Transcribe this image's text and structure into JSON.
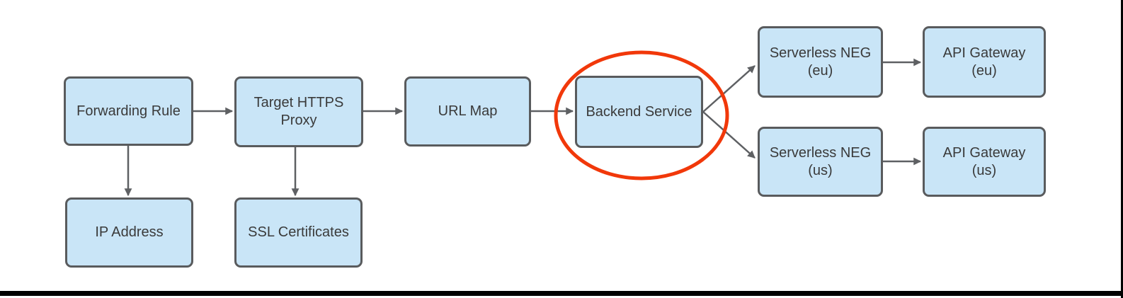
{
  "diagram": {
    "type": "flowchart",
    "nodes": [
      {
        "id": "forwarding-rule",
        "label": "Forwarding Rule"
      },
      {
        "id": "target-https-proxy",
        "label": "Target HTTPS Proxy"
      },
      {
        "id": "url-map",
        "label": "URL Map"
      },
      {
        "id": "backend-service",
        "label": "Backend Service"
      },
      {
        "id": "serverless-neg-eu",
        "label": "Serverless NEG (eu)"
      },
      {
        "id": "api-gateway-eu",
        "label": "API Gateway (eu)"
      },
      {
        "id": "serverless-neg-us",
        "label": "Serverless NEG (us)"
      },
      {
        "id": "api-gateway-us",
        "label": "API Gateway (us)"
      },
      {
        "id": "ip-address",
        "label": "IP Address"
      },
      {
        "id": "ssl-certificates",
        "label": "SSL Certificates"
      }
    ],
    "edges": [
      {
        "from": "forwarding-rule",
        "to": "target-https-proxy"
      },
      {
        "from": "target-https-proxy",
        "to": "url-map"
      },
      {
        "from": "url-map",
        "to": "backend-service"
      },
      {
        "from": "backend-service",
        "to": "serverless-neg-eu"
      },
      {
        "from": "backend-service",
        "to": "serverless-neg-us"
      },
      {
        "from": "serverless-neg-eu",
        "to": "api-gateway-eu"
      },
      {
        "from": "serverless-neg-us",
        "to": "api-gateway-us"
      },
      {
        "from": "forwarding-rule",
        "to": "ip-address"
      },
      {
        "from": "target-https-proxy",
        "to": "ssl-certificates"
      }
    ],
    "annotation": {
      "shape": "ellipse",
      "around": "backend-service",
      "color": "#f1380a"
    },
    "colors": {
      "node_fill": "#c9e5f7",
      "node_border": "#595b5d",
      "node_text": "#3a3a3a",
      "arrow": "#5e6063",
      "frame": "#000000",
      "background": "#ffffff"
    }
  }
}
